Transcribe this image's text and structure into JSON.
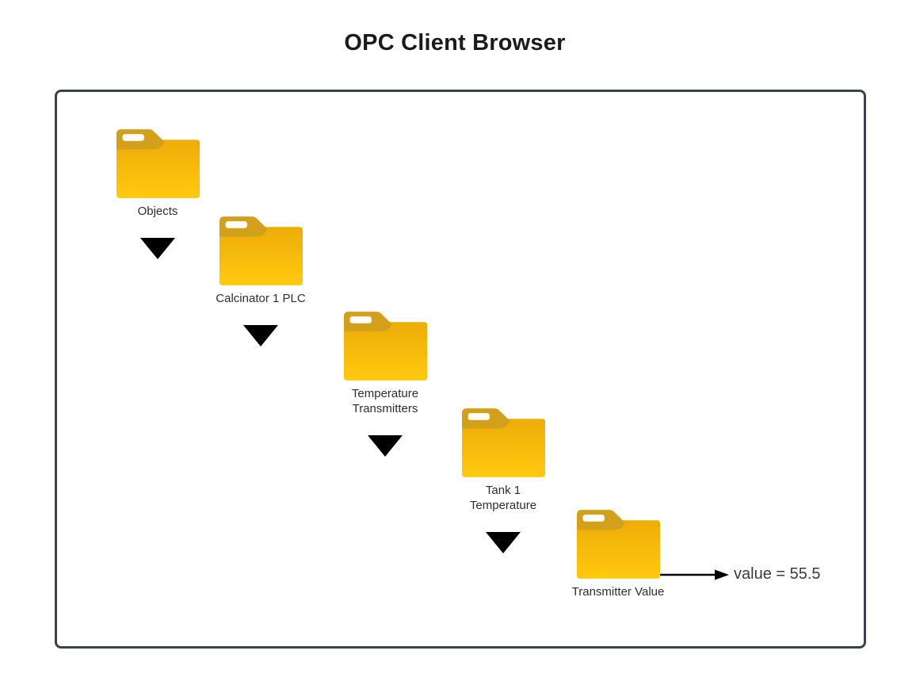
{
  "title": "OPC Client Browser",
  "panel": {
    "nodes": [
      {
        "label": "Objects",
        "expanded": true
      },
      {
        "label": "Calcinator 1 PLC",
        "expanded": true
      },
      {
        "label": "Temperature Transmitters",
        "expanded": true
      },
      {
        "label": "Tank 1 Temperature",
        "expanded": true
      },
      {
        "label": "Transmitter Value",
        "expanded": false
      }
    ],
    "value_annotation": "value = 55.5"
  },
  "icons": {
    "folder": "folder-icon",
    "expand": "triangle-down-icon",
    "value_arrow": "arrow-right-icon"
  },
  "colors": {
    "panel_border": "#3a434c",
    "folder_tab": "#d2a01a",
    "folder_body_top": "#edac07",
    "folder_body_bottom": "#ffc90f",
    "triangle": "#000000",
    "label_text": "#2e2e2e",
    "value_text": "#3b3b3b"
  }
}
